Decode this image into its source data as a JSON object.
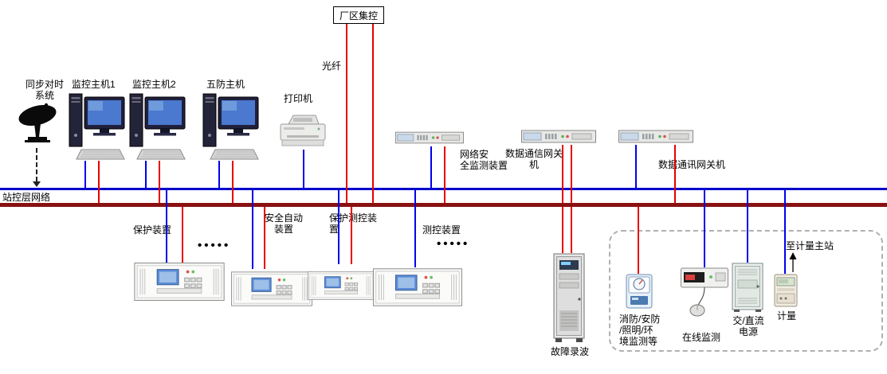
{
  "diagram": {
    "plant_control": "厂区集控",
    "fiber": "光纤",
    "station_bus": "站控层网络",
    "sync_system": "同步对时\n系统",
    "monitor_host1": "监控主机1",
    "monitor_host2": "监控主机2",
    "five_prevention_host": "五防主机",
    "printer": "打印机",
    "network_security_monitor": "网络安\n全监测装置",
    "data_comm_gateway1": "数据通信网关\n机",
    "data_comm_gateway2": "数据通讯网关机",
    "protection_device": "保护装置",
    "ellipsis": "•••••",
    "safety_automatic_device": "安全自动\n装置",
    "protection_measure_device": "保护测控装\n置",
    "measure_device": "测控装置",
    "fault_recorder": "故障录波",
    "fire_security_env": "消防/安防\n/照明/环\n境监测等",
    "online_monitoring": "在线监测",
    "ac_dc_power": "交/直流\n电源",
    "metering": "计量",
    "to_metering_master": "至计量主站"
  },
  "colors": {
    "bus_blue": "#0000cc",
    "bus_red": "#8a1111",
    "line_blue": "#0000ee",
    "line_red": "#e80000"
  }
}
